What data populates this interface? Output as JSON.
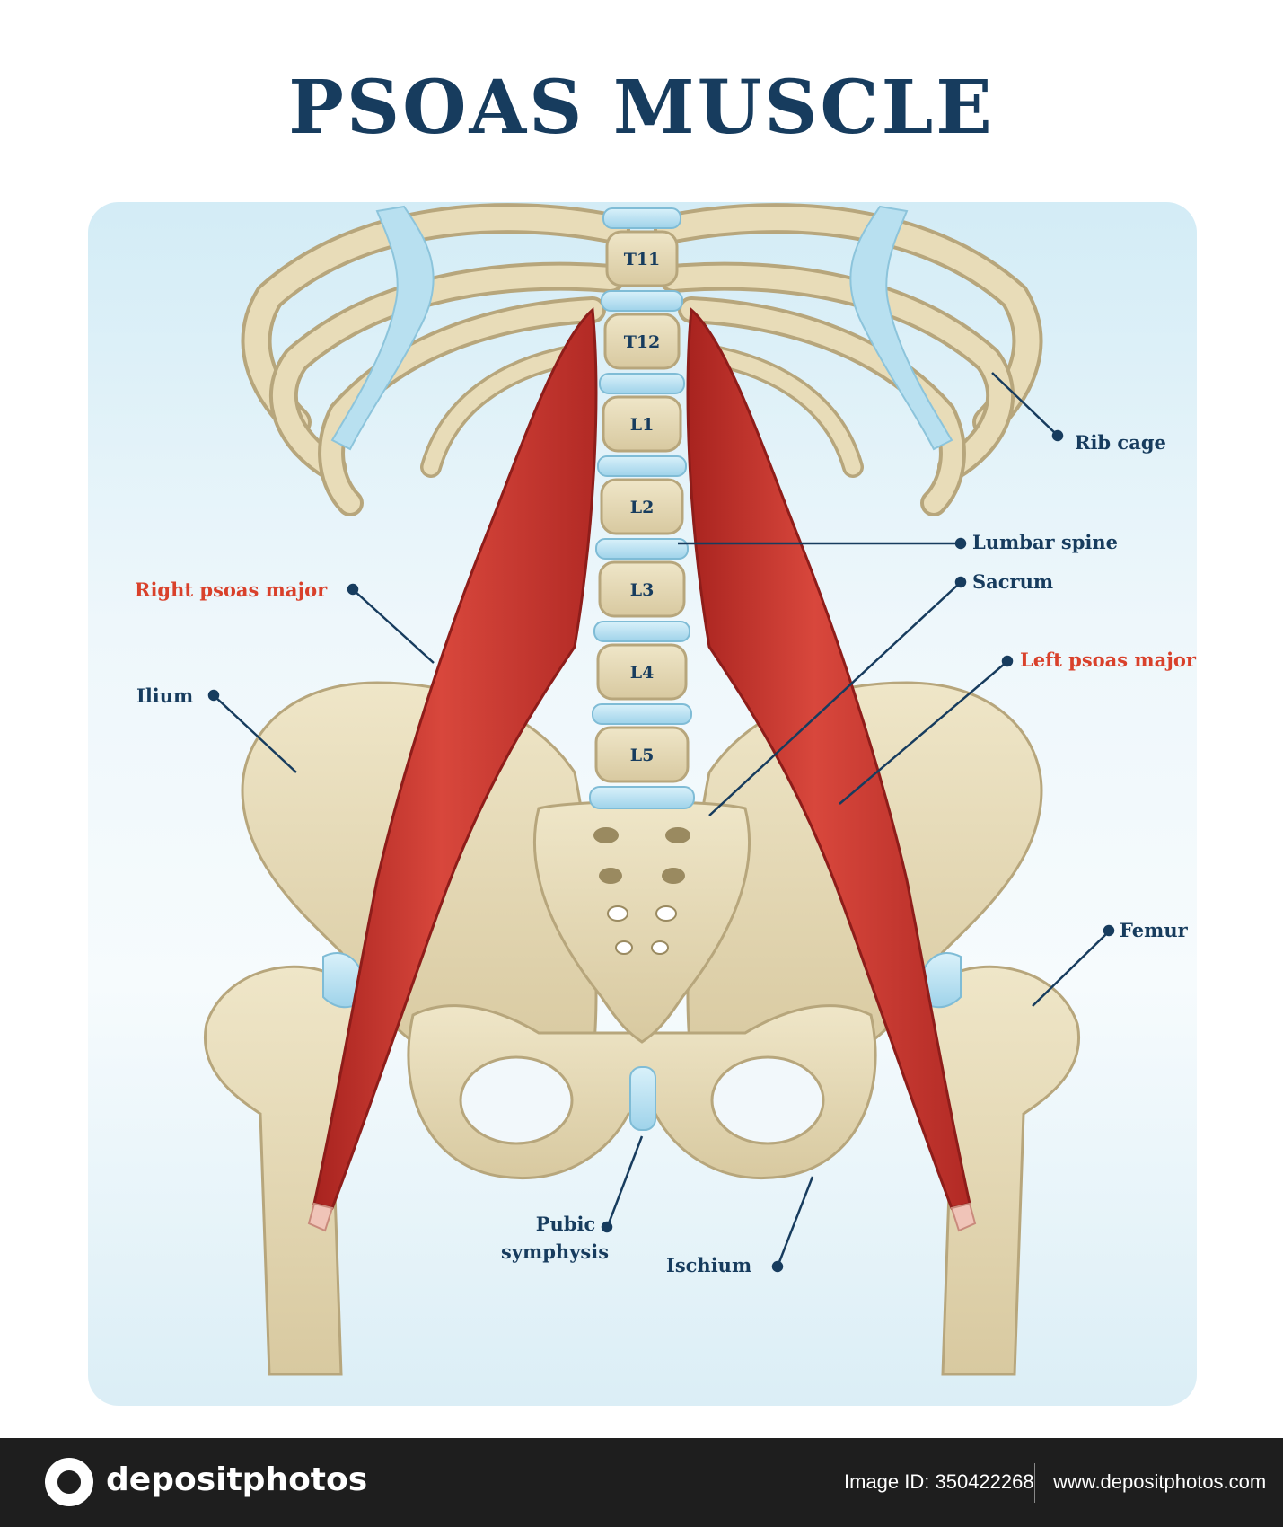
{
  "title": "PSOAS MUSCLE",
  "vertebrae": [
    "T11",
    "T12",
    "L1",
    "L2",
    "L3",
    "L4",
    "L5"
  ],
  "labels": {
    "rib_cage": "Rib cage",
    "lumbar_spine": "Lumbar spine",
    "sacrum": "Sacrum",
    "right_psoas_major": "Right psoas major",
    "left_psoas_major": "Left psoas major",
    "ilium": "Ilium",
    "femur": "Femur",
    "pubic_symphysis_line1": "Pubic",
    "pubic_symphysis_line2": "symphysis",
    "ischium": "Ischium"
  },
  "colors": {
    "title": "#173c5e",
    "muscle_label": "#d9412b",
    "muscle": "#c9312b",
    "bone": "#e8dcb8",
    "cartilage": "#b8e0f0"
  },
  "footer": {
    "brand": "depositphotos",
    "image_id": "Image ID: 350422268",
    "site": "www.depositphotos.com"
  }
}
